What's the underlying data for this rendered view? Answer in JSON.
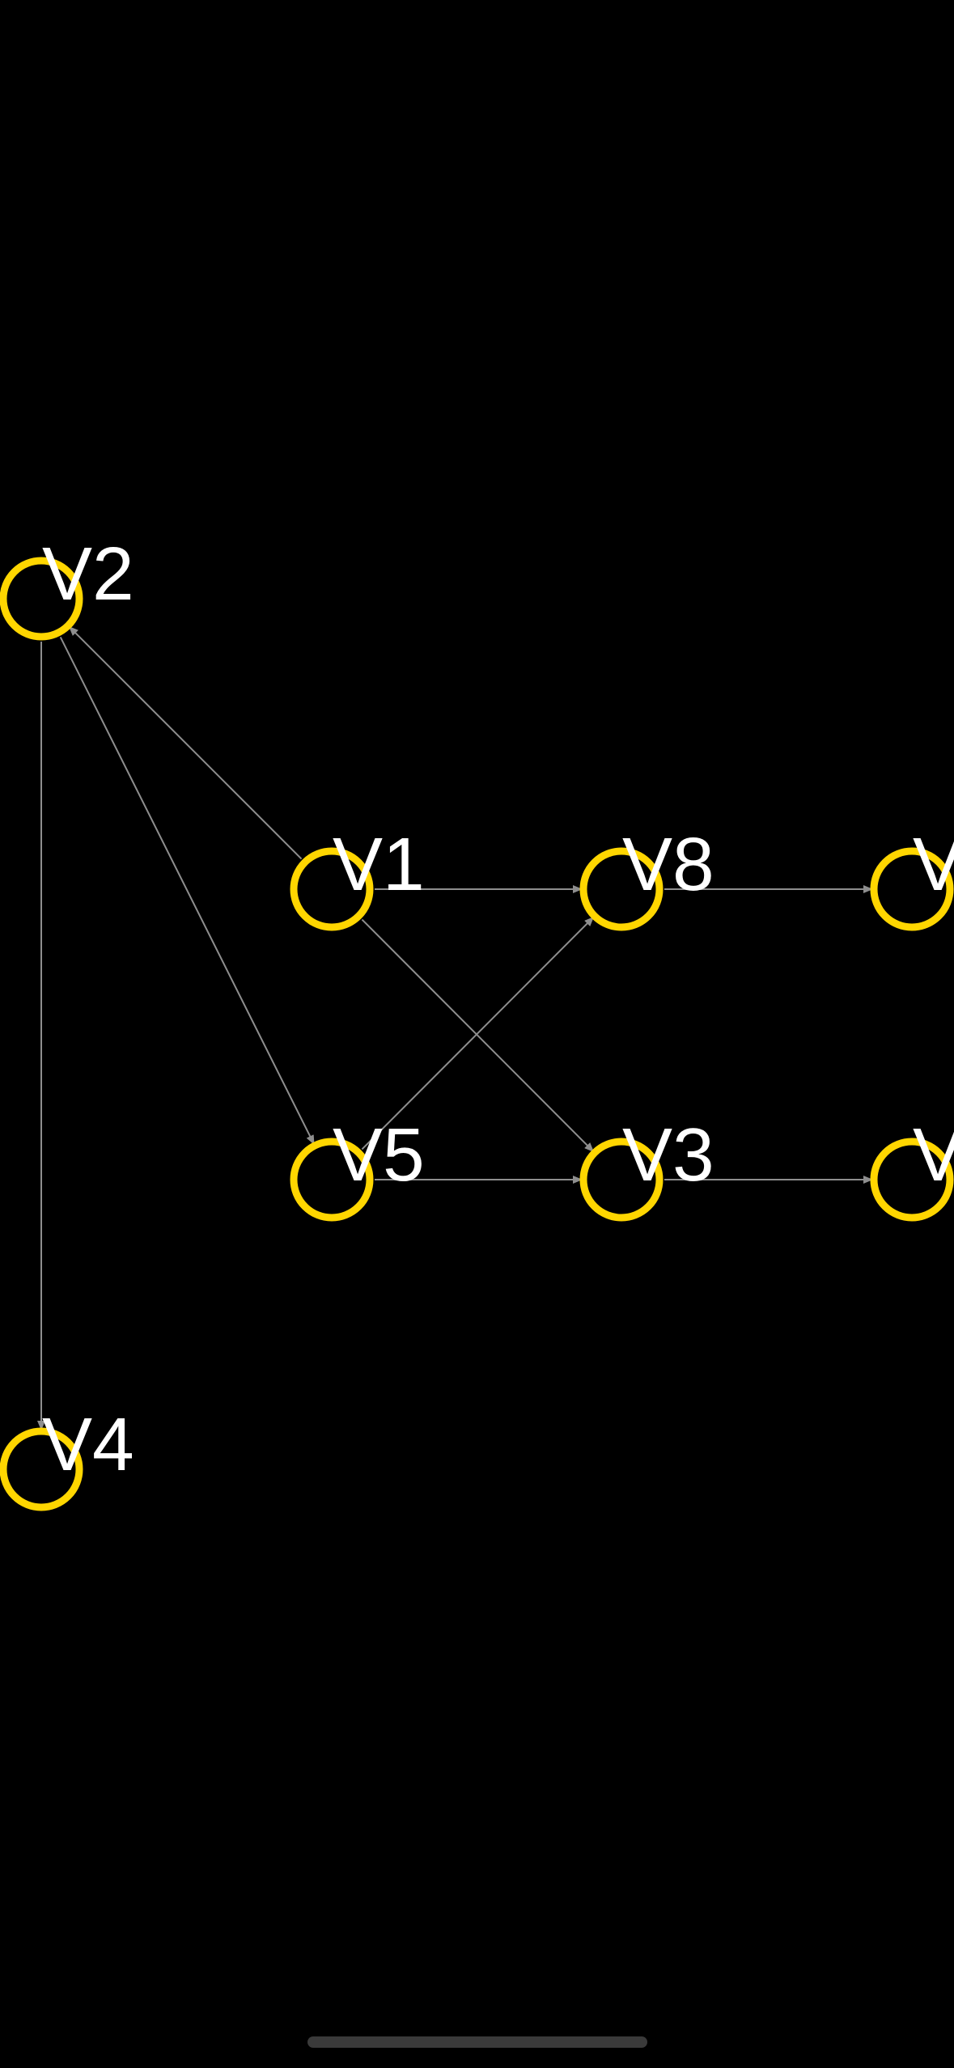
{
  "colors": {
    "background": "#000000",
    "node_stroke": "#FFD600",
    "edge": "#8E8E8E",
    "label": "#FFFFFF",
    "home_indicator": "#3A3A3A"
  },
  "graph": {
    "nodes": [
      {
        "id": "v2",
        "label": "V2"
      },
      {
        "id": "v1",
        "label": "V1"
      },
      {
        "id": "v8",
        "label": "V8"
      },
      {
        "id": "v5",
        "label": "V5"
      },
      {
        "id": "v3",
        "label": "V3"
      },
      {
        "id": "v4",
        "label": "V4"
      },
      {
        "id": "v6",
        "label": "V"
      },
      {
        "id": "v7",
        "label": "V"
      }
    ],
    "edges": [
      {
        "from": "v1",
        "to": "v2"
      },
      {
        "from": "v2",
        "to": "v5"
      },
      {
        "from": "v2",
        "to": "v4"
      },
      {
        "from": "v1",
        "to": "v8"
      },
      {
        "from": "v1",
        "to": "v3"
      },
      {
        "from": "v5",
        "to": "v8"
      },
      {
        "from": "v5",
        "to": "v3"
      },
      {
        "from": "v8",
        "to": "v6"
      },
      {
        "from": "v3",
        "to": "v7"
      }
    ]
  }
}
